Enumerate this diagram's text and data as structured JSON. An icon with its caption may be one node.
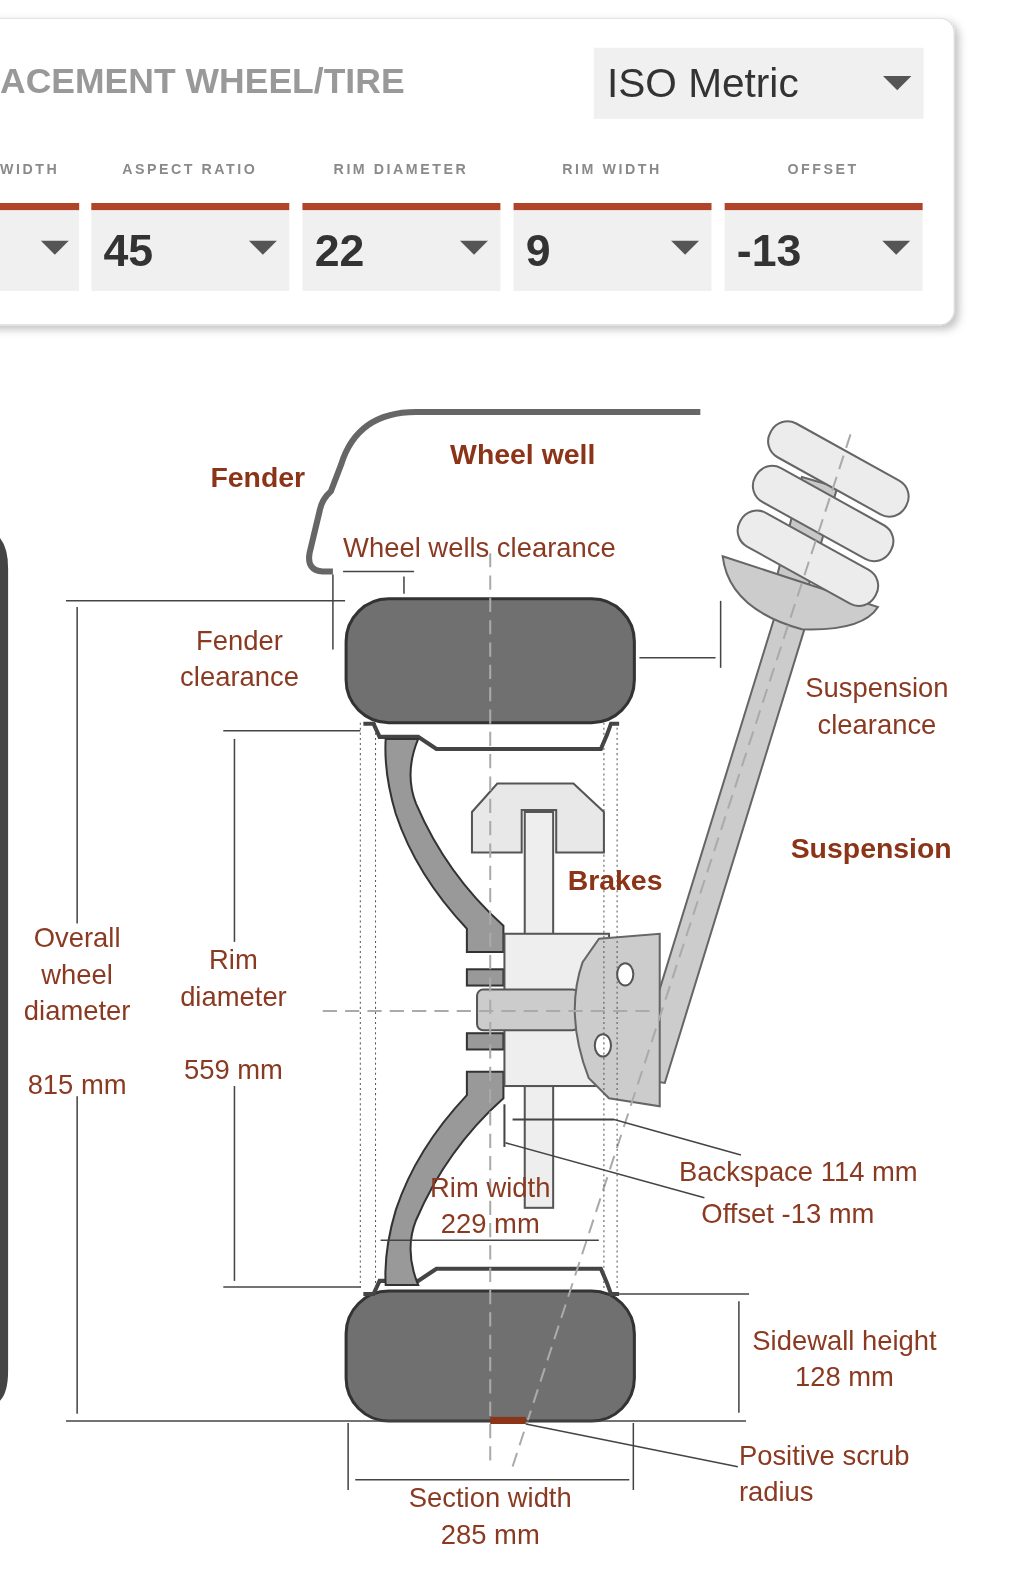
{
  "diagram": {
    "nodes": [
      {
        "text": [
          "Backspace 114 mm"
        ]
      },
      {
        "text": [
          "Offset -13 mm"
        ]
      },
      {
        "text": [
          "Positive scrub radius"
        ]
      },
      {
        "text": [],
        "shape": "bar"
      },
      {
        "text": [],
        "shape": "bar"
      },
      {
        "text": [],
        "shape": "bar"
      }
    ],
    "edges": [
      {
        "from": 0,
        "to": 4,
        "arrow": "none"
      },
      {
        "from": 1,
        "to": 5,
        "arrow": "none"
      },
      {
        "from": 2,
        "to": 3,
        "arrow": "none"
      }
    ],
    "labels": [
      "ACEMENT WHEEL/TIRE",
      "ISO Metric",
      "WIDTH",
      "ASPECT RATIO",
      "RIM DIAMETER",
      "RIM WIDTH",
      "OFFSET",
      "45",
      "22",
      "9",
      "-13",
      "Wheel well",
      "Fender",
      "Wheel wells clearance",
      "Fender clearance",
      "Suspension clearance",
      "Suspension",
      "Brakes",
      "Overall wheel diameter",
      "Rim diameter",
      "559 mm",
      "815 mm",
      "Rim width 229 mm",
      "Sidewall height 128 mm",
      "Section width 285 mm"
    ]
  }
}
